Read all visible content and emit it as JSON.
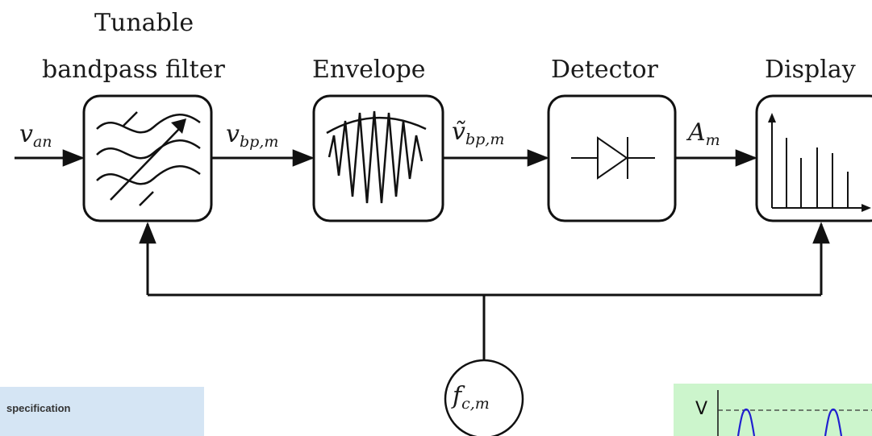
{
  "blocks": {
    "filter": {
      "title_line1": "Tunable",
      "title_line2": "bandpass filter"
    },
    "envelope": {
      "title": "Envelope"
    },
    "detector": {
      "title": "Detector"
    },
    "display": {
      "title": "Display"
    }
  },
  "signals": {
    "input": {
      "base": "v",
      "sub": "an"
    },
    "filter_out": {
      "base": "v",
      "sub": "bp,m"
    },
    "envelope_out": {
      "base": "ṽ",
      "sub": "bp,m"
    },
    "detector_out": {
      "base": "A",
      "sub": "m"
    },
    "control": {
      "base": "f",
      "sub": "c,m"
    }
  },
  "spec_panel": {
    "text": "specification",
    "color": "#d5e5f4"
  },
  "mini_plot": {
    "ylabel": "V",
    "background": "#ccf5cc",
    "trace_color": "#1f1fd0"
  }
}
